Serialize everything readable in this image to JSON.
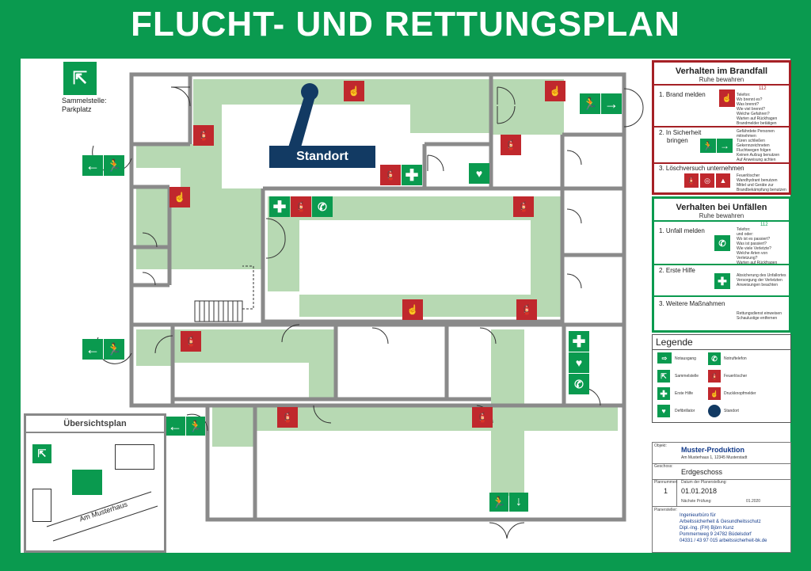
{
  "title": "FLUCHT- UND RETTUNGSPLAN",
  "assembly": {
    "label1": "Sammelstelle:",
    "label2": "Parkplatz"
  },
  "standort_label": "Standort",
  "brandfall": {
    "title": "Verhalten im Brandfall",
    "subtitle": "Ruhe bewahren",
    "phone": "112",
    "step1": "1. Brand melden",
    "step1_lines": [
      "Telefon:",
      "Wo brennt es?",
      "Was brennt?",
      "Wie viel brennt?",
      "Welche Gefahren?",
      "Warten auf Rückfragen",
      "Brandmelder betätigen"
    ],
    "step2a": "2. In Sicherheit",
    "step2b": "bringen",
    "step2_lines": [
      "Gefährdete Personen",
      "mitnehmen",
      "Türen schließen",
      "Gekennzeichneten",
      "Fluchtwegen folgen",
      "Keinen Aufzug benutzen",
      "Auf Anweisung achten"
    ],
    "step3": "3. Löschversuch unternehmen",
    "step3_lines": [
      "Feuerlöscher",
      "Wandhydrant benutzen",
      "Mittel und Geräte zur",
      "Brandbekämpfung benutzen"
    ]
  },
  "unfall": {
    "title": "Verhalten bei Unfällen",
    "subtitle": "Ruhe bewahren",
    "phone": "112",
    "step1": "1. Unfall melden",
    "step1_lines": [
      "Telefon:",
      "und oder:",
      "Wo ist es passiert?",
      "Was ist passiert?",
      "Wie viele Verletzte?",
      "Welche Arten von Verletzung?",
      "Warten auf Rückfragen"
    ],
    "step2": "2. Erste Hilfe",
    "step2_lines": [
      "Absicherung des Unfallortes",
      "Versorgung der Verletzten",
      "Anweisungen beachten"
    ],
    "step3": "3. Weitere Maßnahmen",
    "step3_lines": [
      "Rettungsdienst einweisen",
      "Schaulustige entfernen"
    ]
  },
  "legend": {
    "title": "Legende",
    "items": [
      "Notausgang",
      "Notruftelefon",
      "Sammelstelle",
      "Feuerlöscher",
      "Erste Hilfe",
      "Druckknopfmelder",
      "Defibrillator",
      "Standort"
    ]
  },
  "overview": {
    "title": "Übersichtsplan",
    "street": "Am Musterhaus"
  },
  "titleblock": {
    "objekt_label": "Objekt:",
    "objekt": "Muster-Produktion",
    "address": "Am Musterhaus 1, 12345 Musterstadt",
    "geschoss_label": "Geschoss:",
    "geschoss": "Erdgeschoss",
    "plannr_label": "Plannummer:",
    "plannr": "1",
    "datum_label": "Datum der Planerstellung:",
    "datum": "01.01.2018",
    "pruefung_label": "Nächste Prüfung:",
    "pruefung": "01.2020",
    "planer_label": "Planersteller:",
    "planer_lines": [
      "Ingenieurbüro für",
      "Arbeitssicherheit & Gesundheitsschutz",
      "Dipl.-Ing. (FH) Björn Kunz",
      "Pommernweg 9      24782 Büdelsdorf",
      "04331 / 43 97 015   arbeitssicherheit-bk.de"
    ]
  },
  "colors": {
    "green": "#0a9a4f",
    "red": "#c0282d",
    "route": "#b7d9b3",
    "navy": "#123a63"
  }
}
